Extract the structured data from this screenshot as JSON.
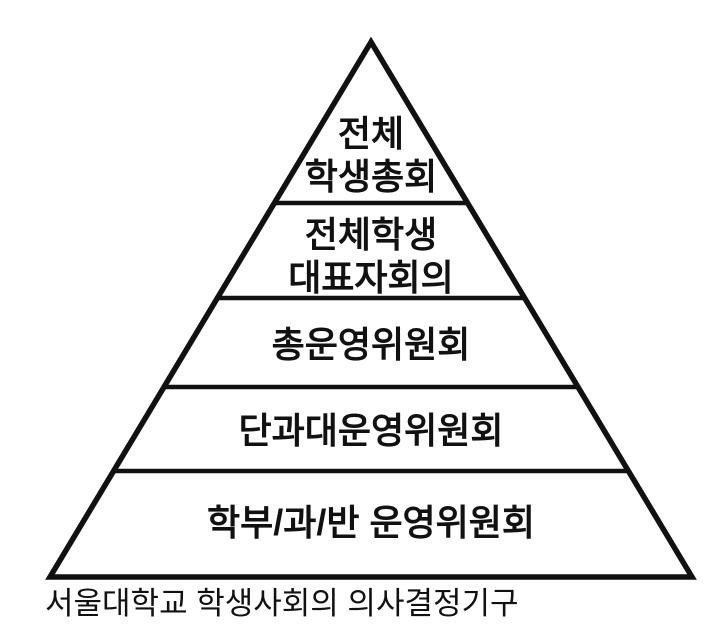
{
  "diagram": {
    "caption": "서울대학교 학생사회의 의사결정기구",
    "levels": [
      {
        "rank": 1,
        "label": "전체 학생총회",
        "lines": [
          "전체",
          "학생총회"
        ]
      },
      {
        "rank": 2,
        "label": "전체학생 대표자회의",
        "lines": [
          "전체학생",
          "대표자회의"
        ]
      },
      {
        "rank": 3,
        "label": "총운영위원회",
        "lines": [
          "총운영위원회"
        ]
      },
      {
        "rank": 4,
        "label": "단과대운영위원회",
        "lines": [
          "단과대운영위원회"
        ]
      },
      {
        "rank": 5,
        "label": "학부/과/반 운영위원회",
        "lines": [
          "학부/과/반 운영위원회"
        ]
      }
    ],
    "colors": {
      "stroke": "#111111",
      "text": "#111111",
      "background": "#ffffff"
    }
  }
}
